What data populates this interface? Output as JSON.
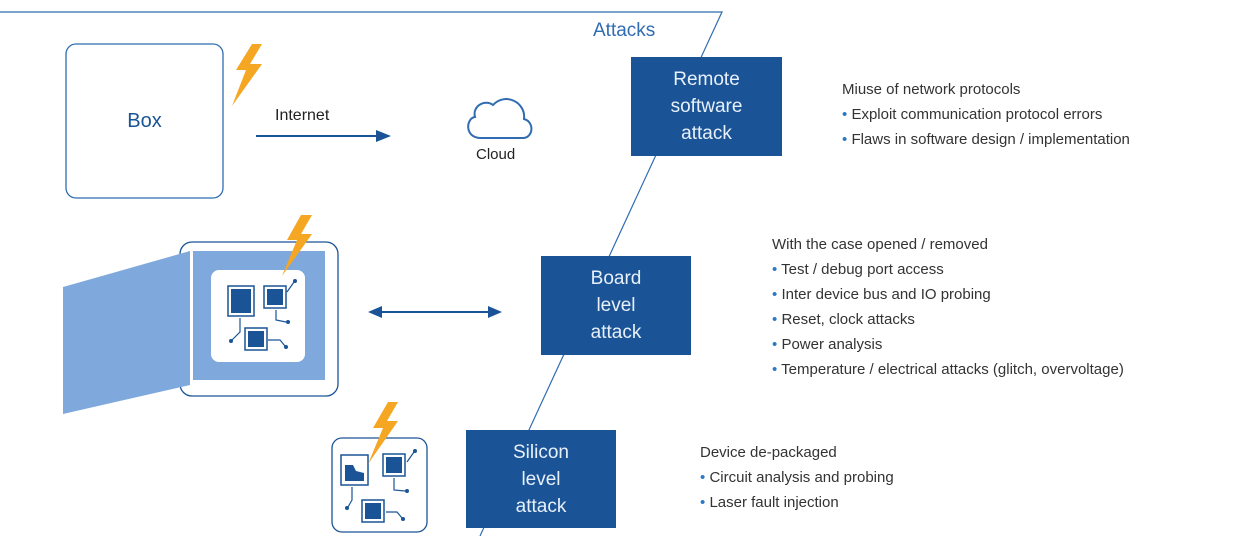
{
  "header": {
    "attacks_label": "Attacks"
  },
  "device": {
    "box_label": "Box"
  },
  "connection": {
    "internet_label": "Internet",
    "cloud_label": "Cloud"
  },
  "attacks": [
    {
      "label": "Remote\nsoftware\nattack"
    },
    {
      "label": "Board\nlevel\nattack"
    },
    {
      "label": "Silicon\nlevel\nattack"
    }
  ],
  "descriptions": {
    "remote": {
      "heading": "Miuse of network protocols",
      "bullets": [
        "Exploit communication protocol errors",
        "Flaws in software design / implementation"
      ]
    },
    "board": {
      "heading": "With the case opened / removed",
      "bullets": [
        "Test / debug port access",
        "Inter device bus and IO probing",
        "Reset, clock attacks",
        "Power analysis",
        "Temperature / electrical attacks (glitch, overvoltage)"
      ]
    },
    "silicon": {
      "heading": "Device de-packaged",
      "bullets": [
        "Circuit analysis and probing",
        "Laser fault injection"
      ]
    }
  },
  "bullet_symbol": "•",
  "colors": {
    "dark_blue": "#1a5496",
    "mid_blue": "#7fa9dc",
    "line_blue": "#2f6cb1",
    "lightning": "#f5a623",
    "text": "#333333"
  },
  "icons": [
    "lightning-icon",
    "cloud-icon",
    "circuit-board-icon",
    "chip-icon",
    "double-arrow-icon",
    "arrow-right-icon"
  ]
}
